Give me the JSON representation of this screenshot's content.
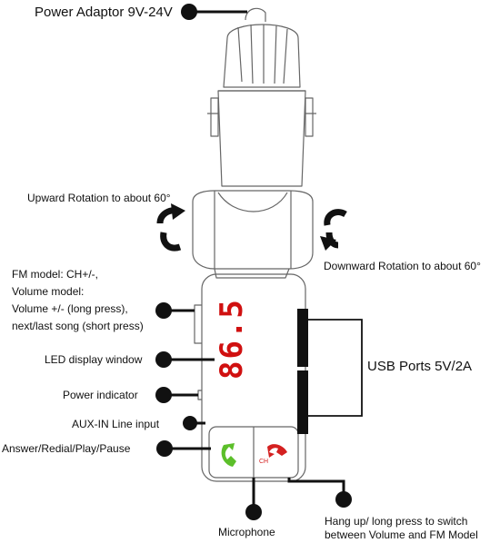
{
  "labels": {
    "power_adaptor": "Power Adaptor 9V-24V",
    "upward_rotation": "Upward Rotation to about 60°",
    "downward_rotation": "Downward Rotation to about 60°",
    "fm_model": "FM model: CH+/-,\nVolume model:\nVolume +/- (long press),\nnext/last song (short press)",
    "led_display": "LED display window",
    "power_indicator": "Power indicator",
    "aux_in": "AUX-IN Line input",
    "answer_redial": "Answer/Redial/Play/Pause",
    "microphone": "Microphone",
    "hang_up": "Hang up/ long press to switch\nbetween Volume and FM Model",
    "usb_ports": "USB Ports  5V/2A",
    "display_reading": "86.5",
    "ch_button": "CH"
  },
  "colors": {
    "led": "#d01010",
    "answer_phone": "#5cbf2a",
    "hangup_phone": "#d42020",
    "ink": "#111111",
    "outline": "#666666"
  },
  "icons": {
    "answer": "phone-answer-icon",
    "hangup": "phone-hangup-icon",
    "rotate_up": "rotate-up-arrow-icon",
    "rotate_down": "rotate-down-arrow-icon"
  }
}
